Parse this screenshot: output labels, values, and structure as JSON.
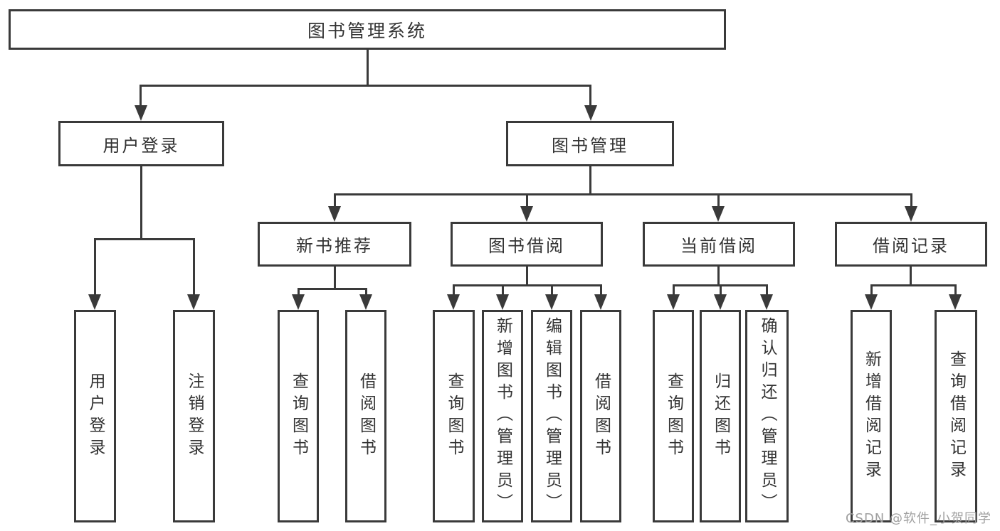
{
  "tree": {
    "root": {
      "label": "图书管理系统",
      "children": [
        {
          "label": "用户登录",
          "children": [
            {
              "label": "用户登录"
            },
            {
              "label": "注销登录"
            }
          ]
        },
        {
          "label": "图书管理",
          "children": [
            {
              "label": "新书推荐",
              "children": [
                {
                  "label": "查询图书"
                },
                {
                  "label": "借阅图书"
                }
              ]
            },
            {
              "label": "图书借阅",
              "children": [
                {
                  "label": "查询图书"
                },
                {
                  "label": "新增图书（管理员）"
                },
                {
                  "label": "编辑图书（管理员）"
                },
                {
                  "label": "借阅图书"
                }
              ]
            },
            {
              "label": "当前借阅",
              "children": [
                {
                  "label": "查询图书"
                },
                {
                  "label": "归还图书"
                },
                {
                  "label": "确认归还（管理员）"
                }
              ]
            },
            {
              "label": "借阅记录",
              "children": [
                {
                  "label": "新增借阅记录"
                },
                {
                  "label": "查询借阅记录"
                }
              ]
            }
          ]
        }
      ]
    }
  },
  "watermark": "CSDN @软件_小贺同学",
  "colors": {
    "line": "#3a3a3a",
    "text": "#333333",
    "watermark": "#a0a0a0",
    "background": "#ffffff"
  }
}
